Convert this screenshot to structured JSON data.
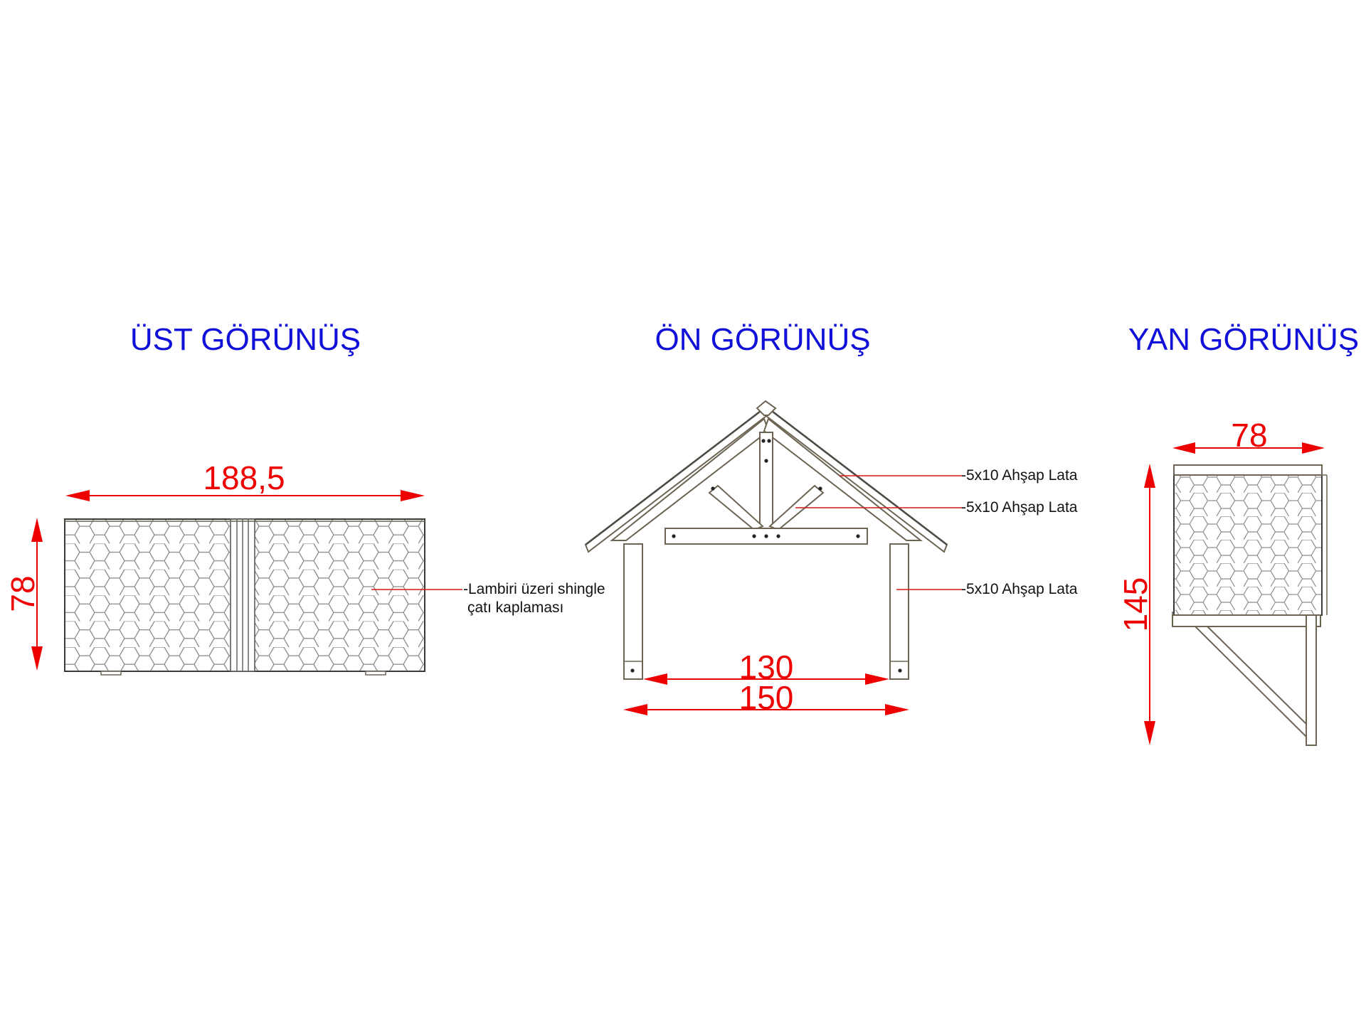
{
  "views": {
    "top": {
      "title": "ÜST GÖRÜNÜŞ",
      "dim_width": "188,5",
      "dim_height": "78",
      "note_line1": "-Lambiri üzeri shingle",
      "note_line2": "çatı kaplaması"
    },
    "front": {
      "title": "ÖN GÖRÜNÜŞ",
      "dim_inner": "130",
      "dim_outer": "150",
      "label_1": "-5x10 Ahşap Lata",
      "label_2": "-5x10 Ahşap Lata",
      "label_3": "-5x10 Ahşap Lata"
    },
    "side": {
      "title": "YAN GÖRÜNÜŞ",
      "dim_width": "78",
      "dim_height": "145"
    }
  },
  "colors": {
    "title": "#1010d8",
    "dimension": "#ee0000",
    "wood_line": "#6d6453",
    "text": "#111111"
  }
}
